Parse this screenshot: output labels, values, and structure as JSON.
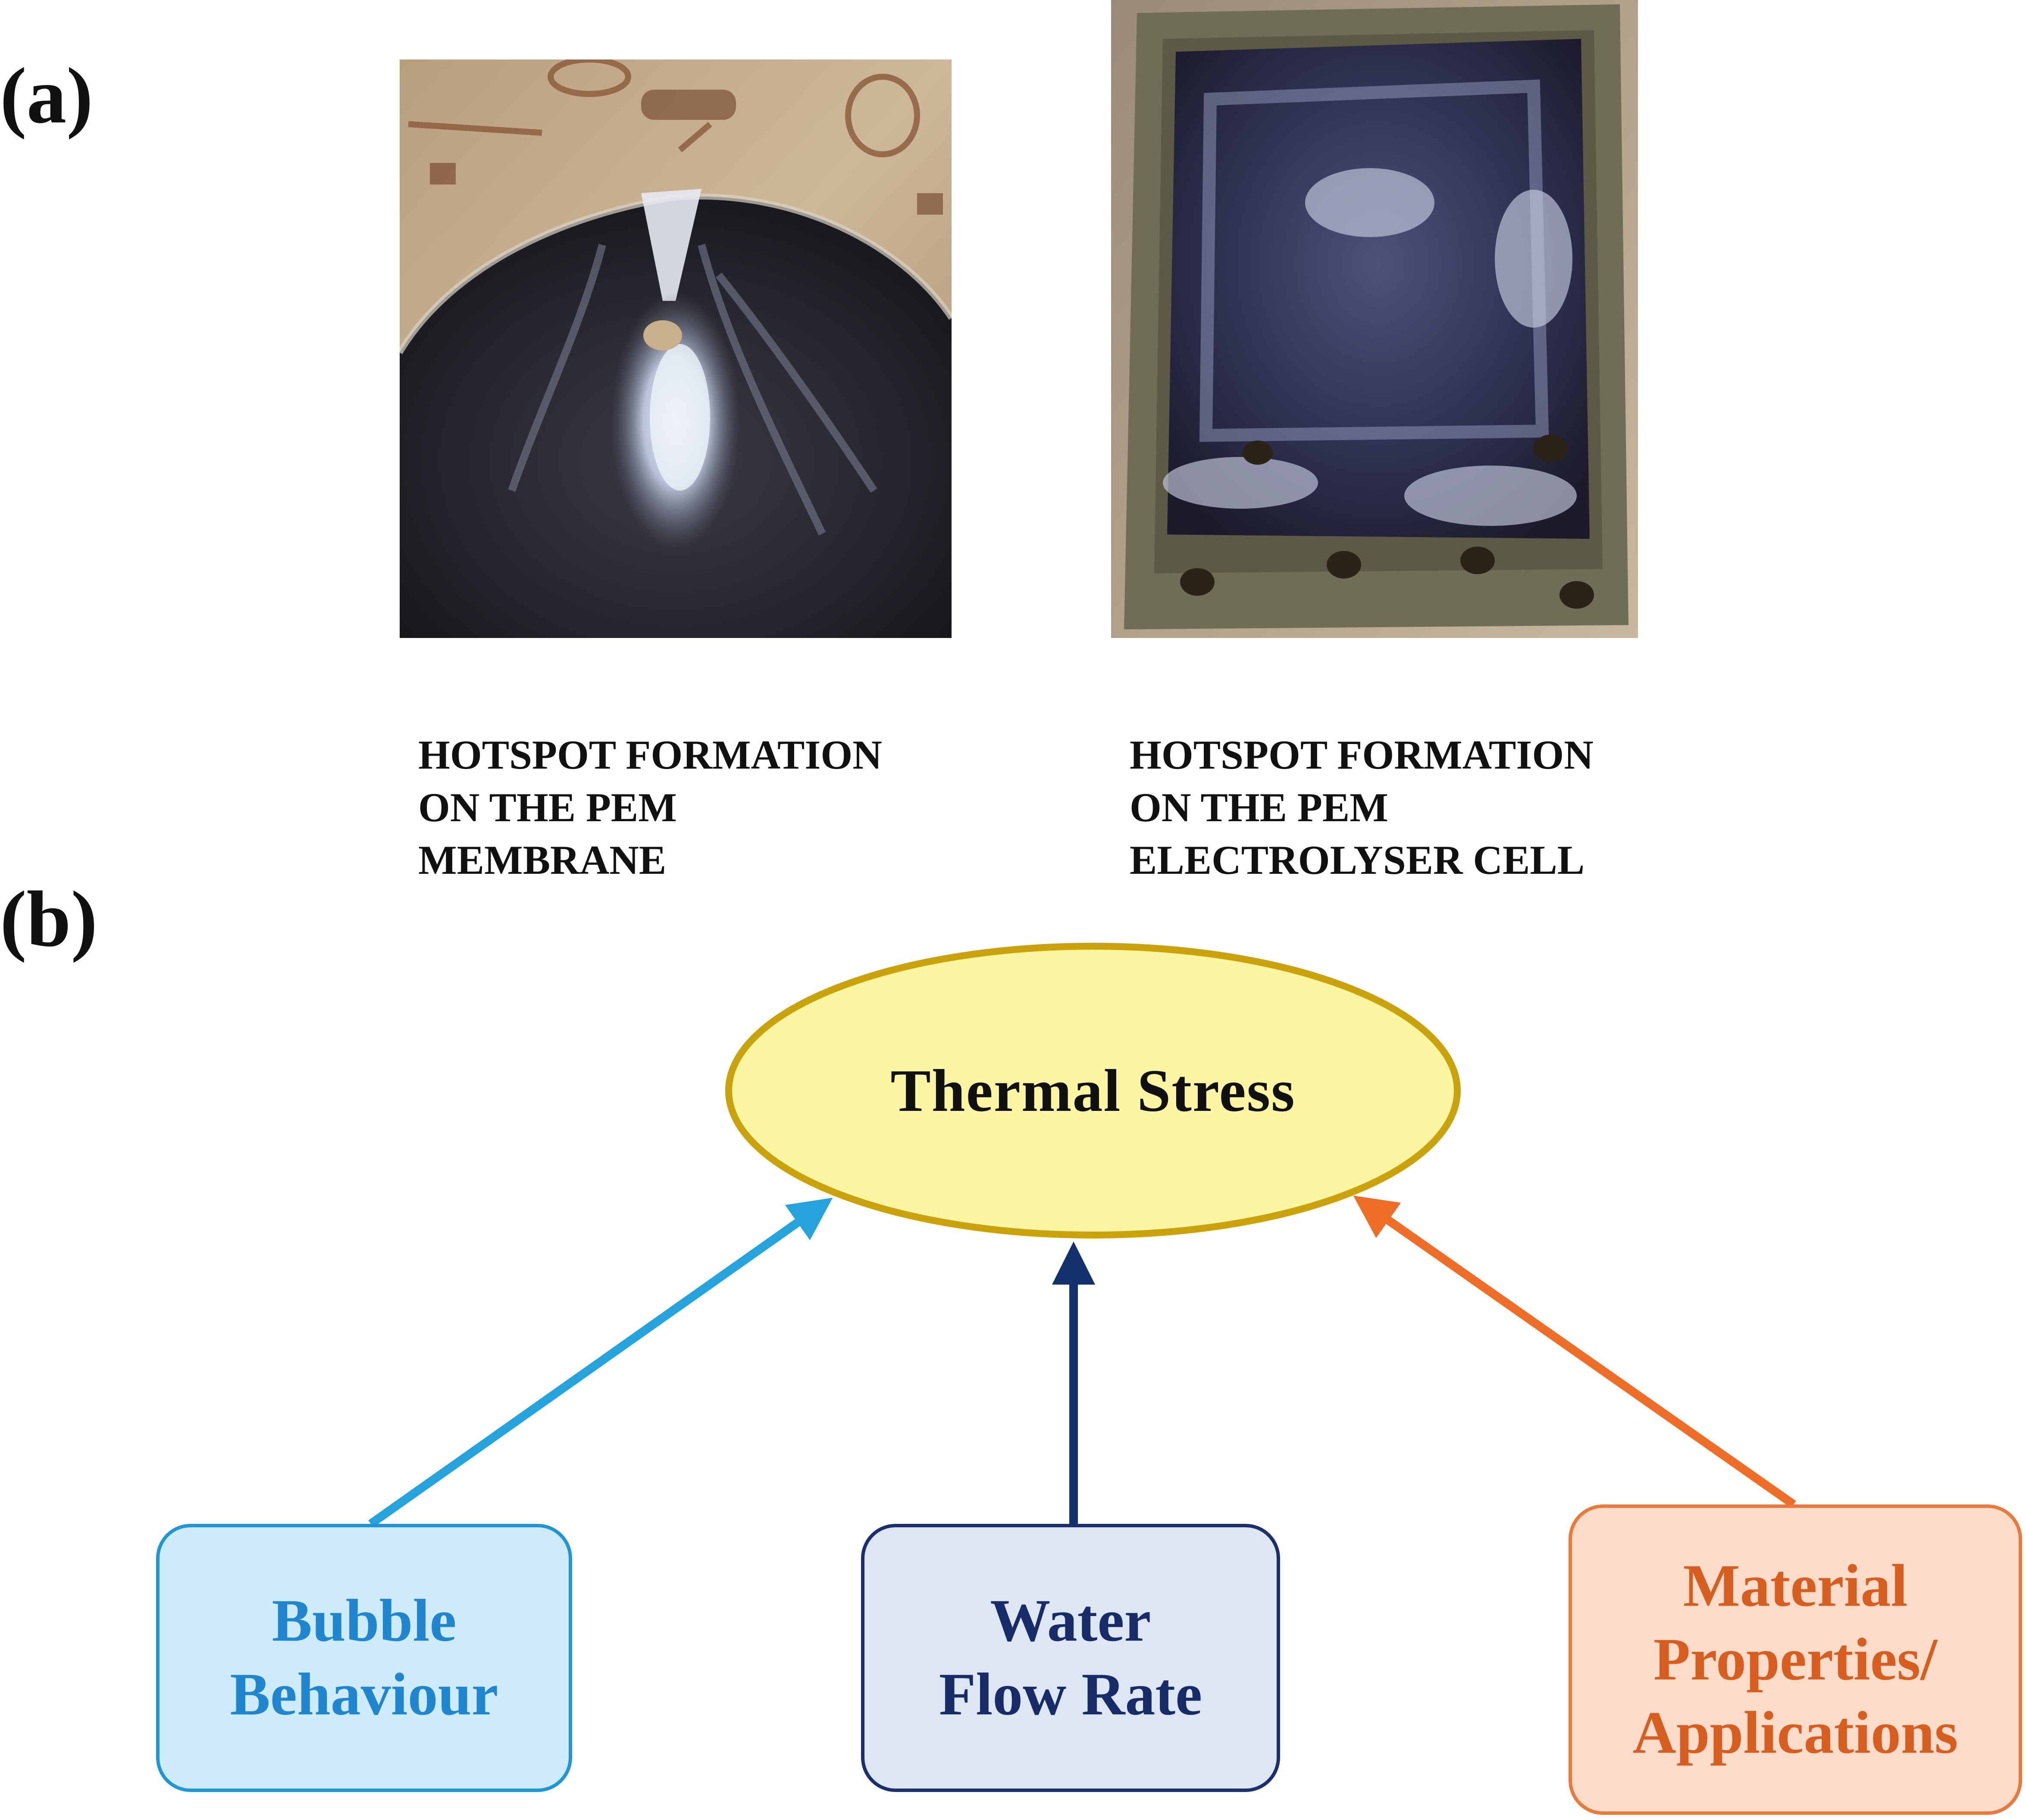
{
  "panels": {
    "a_label": "(a)",
    "b_label": "(b)"
  },
  "photos": [
    {
      "name": "pem-membrane-photo",
      "caption_lines": [
        "HOTSPOT FORMATION",
        "ON THE PEM",
        "MEMBRANE"
      ]
    },
    {
      "name": "pem-electrolyser-cell-photo",
      "caption_lines": [
        "HOTSPOT FORMATION",
        "ON THE PEM",
        "ELECTROLYSER CELL"
      ]
    }
  ],
  "diagram": {
    "center": {
      "label": "Thermal Stress",
      "fill": "#fcf6a3",
      "stroke": "#c9a20c"
    },
    "factors": [
      {
        "id": "bubble",
        "lines": [
          "Bubble",
          "Behaviour"
        ],
        "arrow_color": "#24a3dc"
      },
      {
        "id": "water",
        "lines": [
          "Water",
          "Flow Rate"
        ],
        "arrow_color": "#15306e"
      },
      {
        "id": "material",
        "lines": [
          "Material",
          "Properties/",
          "Applications"
        ],
        "arrow_color": "#f06d28"
      }
    ]
  }
}
